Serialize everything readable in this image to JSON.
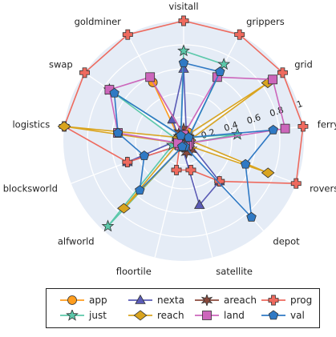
{
  "chart_data": {
    "type": "radar",
    "radial_range": [
      0,
      1
    ],
    "radial_ticks": [
      "0.2",
      "0.4",
      "0.6",
      "0.8",
      "1"
    ],
    "grid": true,
    "axes": [
      "visitall",
      "grippers",
      "grid",
      "ferry",
      "rovers",
      "depot",
      "satellite",
      "floortile",
      "alfworld",
      "blocksworld",
      "logistics",
      "swap",
      "goldminer"
    ],
    "series": [
      {
        "name": "app",
        "color": "#ff9d1e",
        "marker": "circle",
        "values": [
          0.05,
          0.08,
          0.05,
          0.05,
          0.03,
          0.05,
          0.04,
          0.02,
          0.05,
          0.05,
          0.05,
          0.05,
          0.55
        ]
      },
      {
        "name": "nexta",
        "color": "#5a5bb5",
        "marker": "triangle",
        "values": [
          0.6,
          0.05,
          0.05,
          0.05,
          0.05,
          0.45,
          0.55,
          0.05,
          0.05,
          0.5,
          0.05,
          0.05,
          0.2
        ]
      },
      {
        "name": "areach",
        "color": "#8b4a3c",
        "marker": "star6",
        "values": [
          0.1,
          0.05,
          0.05,
          0.05,
          0.05,
          0.1,
          0.1,
          0.05,
          0.05,
          0.05,
          0.05,
          0.05,
          0.08
        ]
      },
      {
        "name": "prog",
        "color": "#ee6a5e",
        "marker": "cross",
        "values": [
          1.0,
          1.0,
          1.0,
          1.0,
          1.0,
          0.45,
          0.25,
          0.25,
          0.05,
          0.5,
          1.0,
          1.0,
          1.0
        ]
      },
      {
        "name": "just",
        "color": "#5bc8aa",
        "marker": "star5",
        "values": [
          0.75,
          0.72,
          0.05,
          0.45,
          0.05,
          0.05,
          0.05,
          0.05,
          0.95,
          0.1,
          0.05,
          0.75,
          0.05
        ]
      },
      {
        "name": "reach",
        "color": "#d9a41f",
        "marker": "diamond",
        "values": [
          0.05,
          0.05,
          0.85,
          0.05,
          0.75,
          0.05,
          0.05,
          0.05,
          0.75,
          0.05,
          1.0,
          0.05,
          0.05
        ]
      },
      {
        "name": "land",
        "color": "#cc66bb",
        "marker": "square",
        "values": [
          0.05,
          0.6,
          0.9,
          0.85,
          0.05,
          0.05,
          0.05,
          0.05,
          0.05,
          0.05,
          0.55,
          0.75,
          0.6
        ]
      },
      {
        "name": "val",
        "color": "#2f79c4",
        "marker": "pentagon",
        "values": [
          0.65,
          0.65,
          0.05,
          0.75,
          0.55,
          0.85,
          0.05,
          0.05,
          0.55,
          0.35,
          0.55,
          0.7,
          0.05
        ]
      }
    ]
  }
}
